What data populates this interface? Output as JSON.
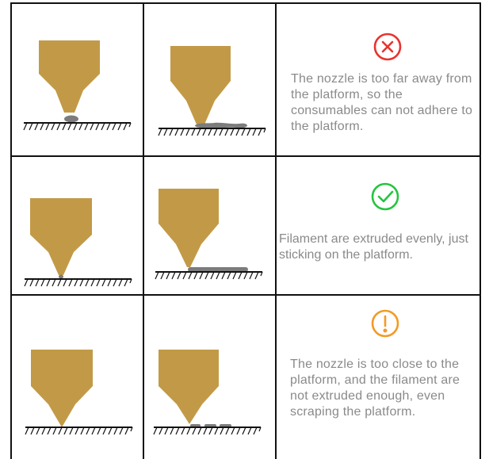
{
  "colors": {
    "nozzle": "#C29A47",
    "filament": "#7C7C7C",
    "grid_line": "#111111",
    "description_text": "#8A8A8A",
    "error_icon": "#E8332F",
    "success_icon": "#25C43F",
    "warning_icon": "#F39A26"
  },
  "rows": [
    {
      "status": "error",
      "status_icon": "x-circle-icon",
      "description": "The nozzle is too far away from the platform, so the consumables can not adhere to the platform."
    },
    {
      "status": "correct",
      "status_icon": "check-circle-icon",
      "description": "Filament are extruded evenly, just sticking on the platform."
    },
    {
      "status": "warning",
      "status_icon": "exclamation-circle-icon",
      "description": "The nozzle is too close to the platform, and the filament are not extruded enough, even scraping the platform."
    }
  ]
}
